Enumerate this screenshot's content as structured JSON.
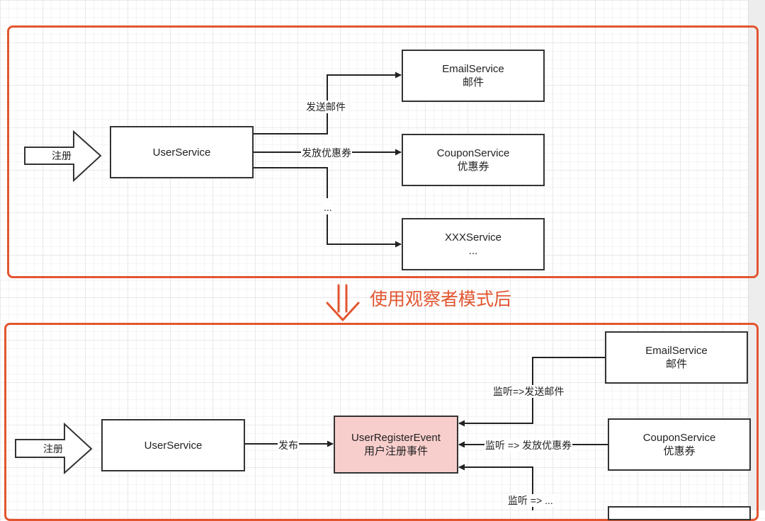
{
  "colors": {
    "frame": "#e2552f",
    "event_fill": "#f8cecc",
    "line": "#222222"
  },
  "top": {
    "register_label": "注册",
    "user_service": "UserService",
    "email": {
      "name": "EmailService",
      "sub": "邮件"
    },
    "coupon": {
      "name": "CouponService",
      "sub": "优惠券"
    },
    "xxx": {
      "name": "XXXService",
      "sub": "..."
    },
    "send_email_label": "发送邮件",
    "coupon_label": "发放优惠券",
    "ellipsis": "..."
  },
  "heading": "使用观察者模式后",
  "bottom": {
    "register_label": "注册",
    "user_service": "UserService",
    "publish_label": "发布",
    "event": {
      "name": "UserRegisterEvent",
      "sub": "用户注册事件"
    },
    "email": {
      "name": "EmailService",
      "sub": "邮件"
    },
    "coupon": {
      "name": "CouponService",
      "sub": "优惠券"
    },
    "listen_email_label": "监听=>发送邮件",
    "listen_coupon_label": "监听 => 发放优惠券",
    "listen_more_label": "监听 => ..."
  }
}
